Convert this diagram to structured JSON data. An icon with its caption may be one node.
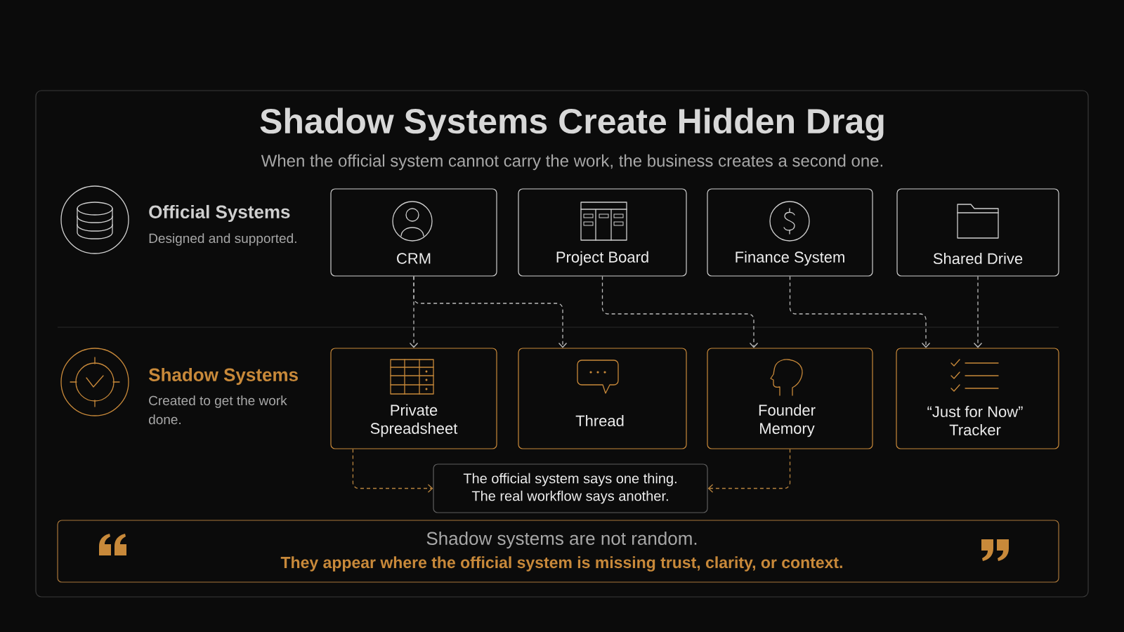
{
  "diagram": {
    "title": "Shadow Systems Create Hidden Drag",
    "nodes": [
      {
        "text": [
          "CRM"
        ]
      },
      {
        "text": [
          "Project Board"
        ]
      },
      {
        "text": [
          "Finance System"
        ]
      },
      {
        "text": [
          "Shared Drive"
        ]
      },
      {
        "text": [
          "Private Spreadsheet"
        ]
      },
      {
        "text": [
          "Thread"
        ]
      },
      {
        "text": [
          "Founder Memory"
        ]
      },
      {
        "text": [
          "“Just for Now” Tracker"
        ]
      },
      {
        "text": [
          "The official system says one thing. The real workflow says another."
        ]
      },
      {
        "text": [
          "Shadow systems are not random.",
          "They appear where the official system is missing trust, clarity, or context."
        ]
      }
    ],
    "edges": [
      {
        "from": 0,
        "to": 4,
        "arrow": "to",
        "style": "dashed"
      },
      {
        "from": 0,
        "to": 5,
        "arrow": "to",
        "style": "dashed"
      },
      {
        "from": 1,
        "to": 6,
        "arrow": "to",
        "style": "dashed"
      },
      {
        "from": 2,
        "to": 7,
        "arrow": "to",
        "style": "dashed"
      },
      {
        "from": 3,
        "to": 7,
        "arrow": "to",
        "style": "dashed"
      },
      {
        "from": 4,
        "to": 8,
        "arrow": "to",
        "style": "dashed",
        "color": "#b8843f"
      },
      {
        "from": 6,
        "to": 8,
        "arrow": "to",
        "style": "dashed",
        "color": "#b8843f"
      }
    ],
    "labels": [
      "When the official system cannot carry the work, the business creates a second one.",
      "Official Systems",
      "Designed and supported.",
      "Shadow Systems",
      "Created to get the work done."
    ]
  }
}
